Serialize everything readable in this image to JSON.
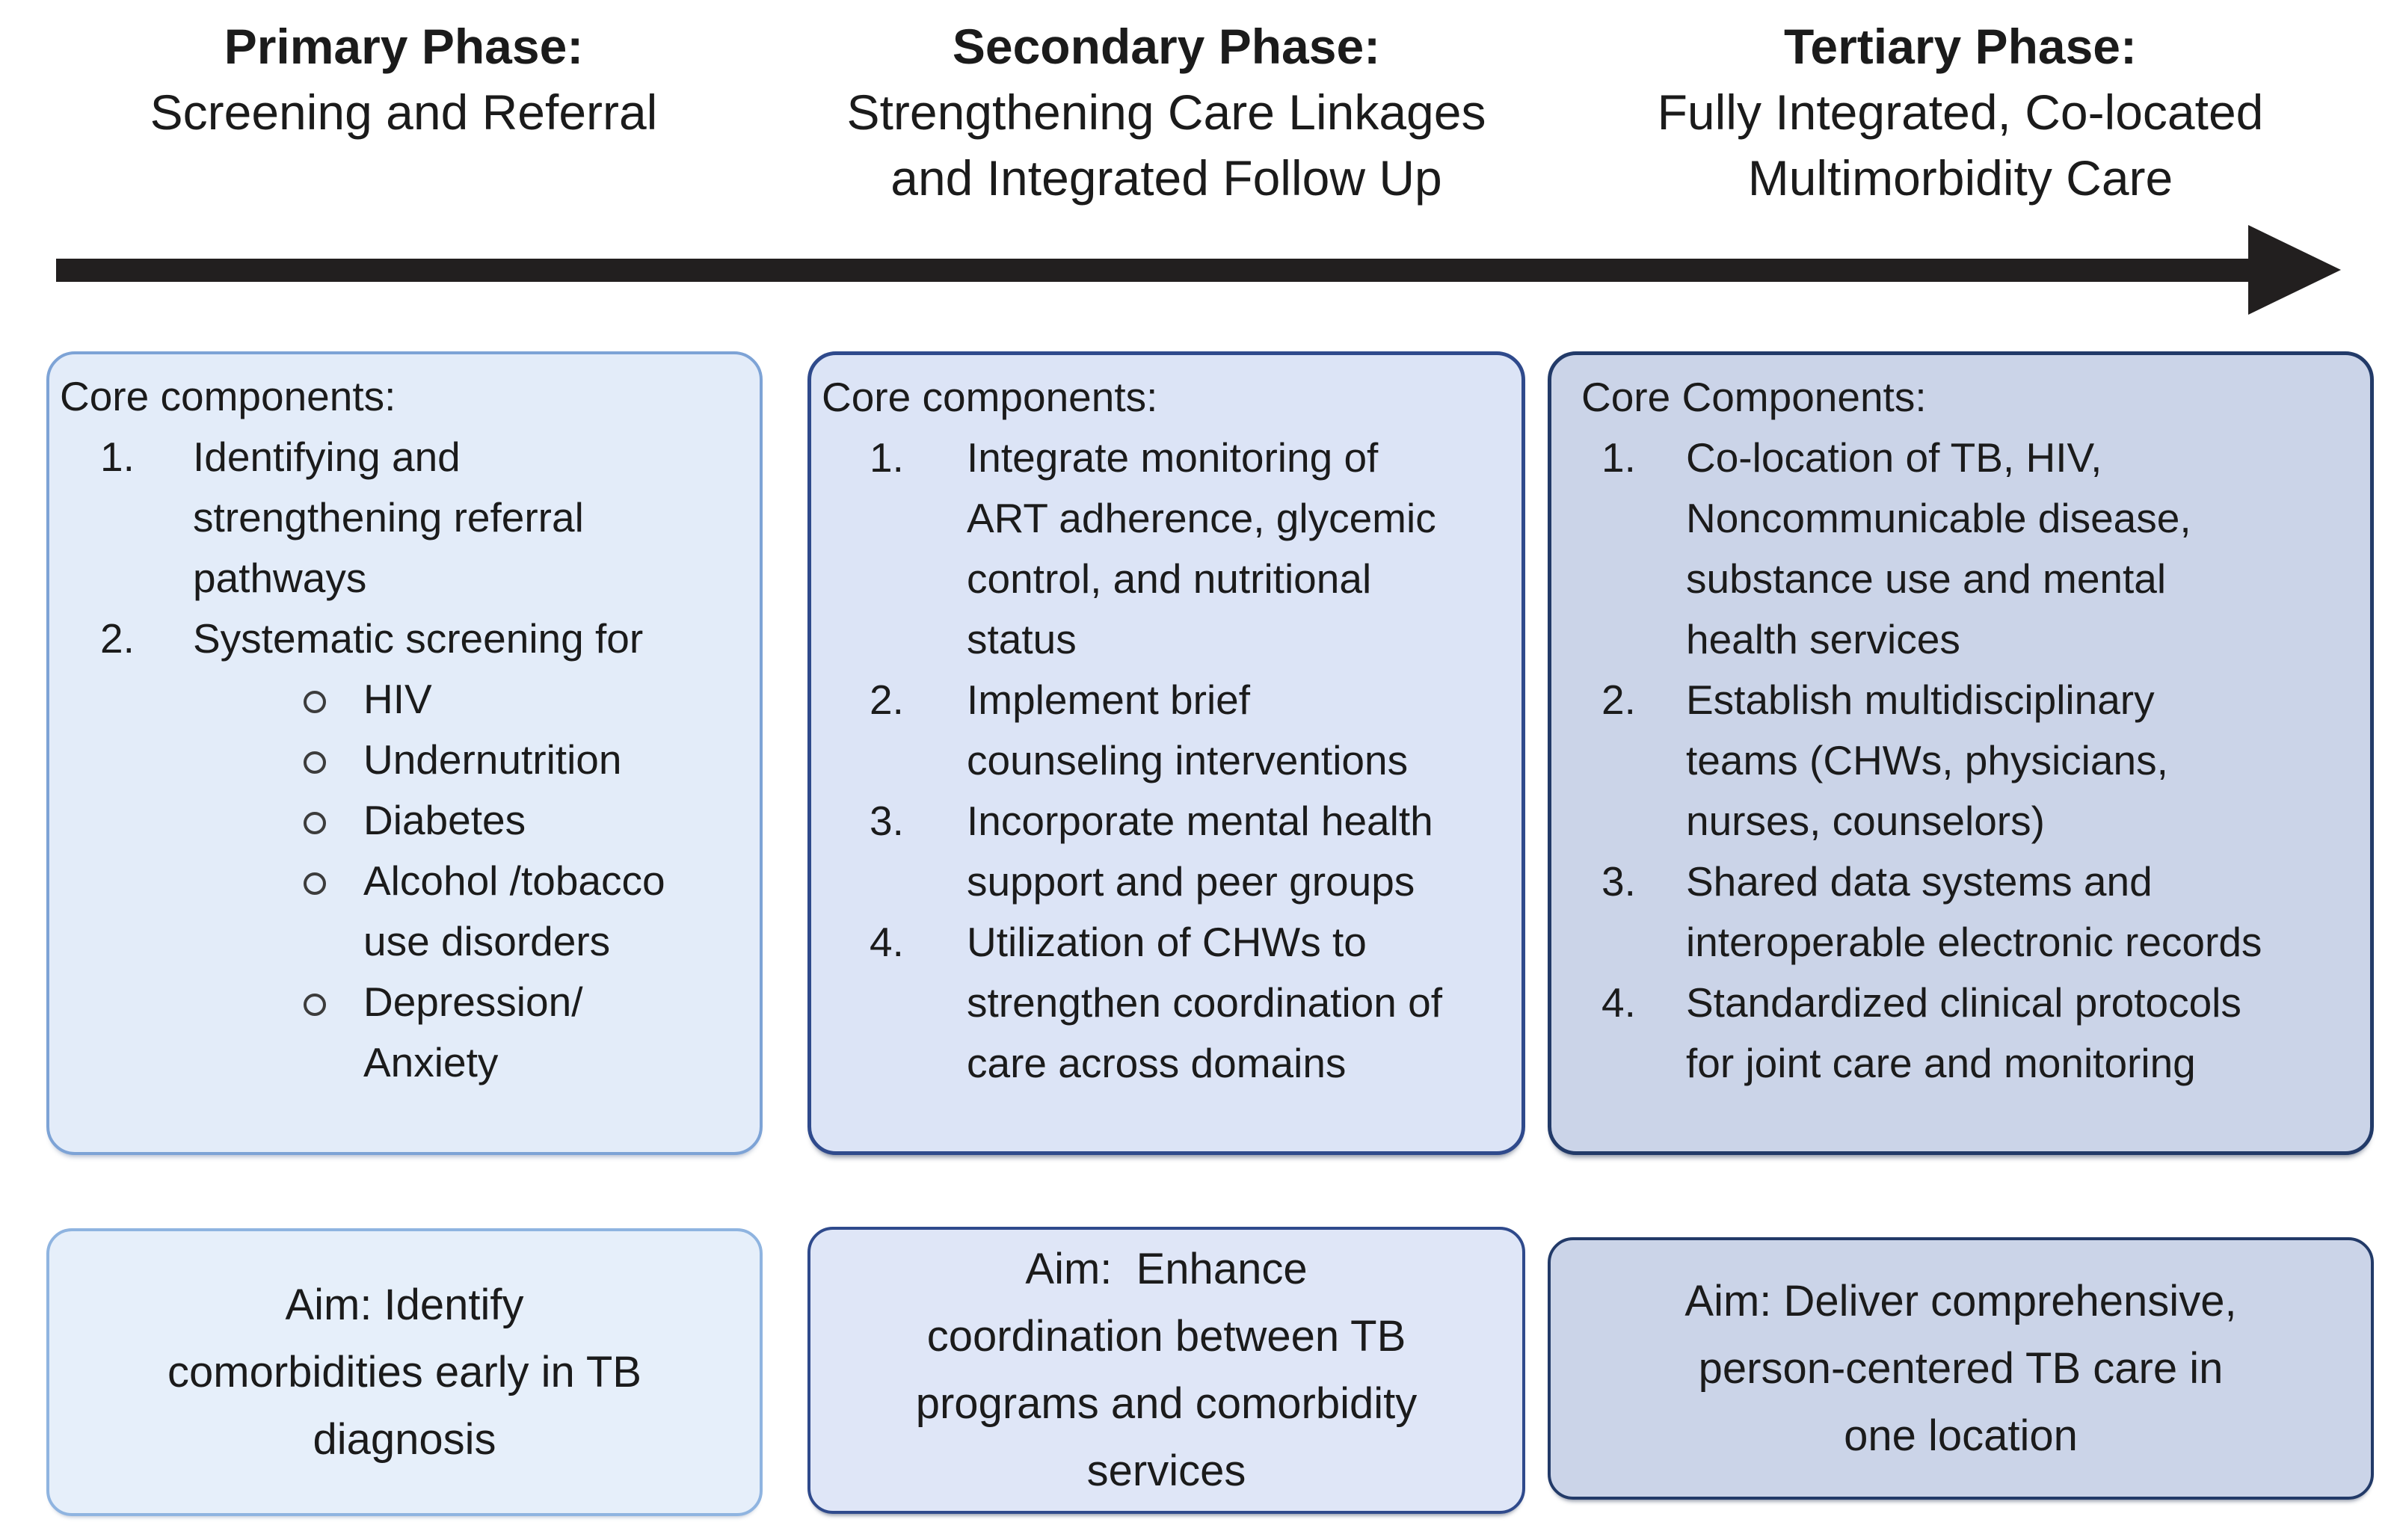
{
  "palette": {
    "arrow": "#221f1f",
    "text": "#1b1b1b",
    "primary_fill": "#e3ecf9",
    "primary_border": "#7da3d6",
    "secondary_fill": "#dce4f6",
    "secondary_border": "#2f4a8c",
    "tertiary_fill": "#cbd4e8",
    "tertiary_border": "#223a68"
  },
  "columns": [
    {
      "header": {
        "title": "Primary Phase:",
        "subtitle": "Screening and Referral"
      },
      "core": {
        "heading": "Core components:",
        "items": [
          {
            "num": "1.",
            "text": "Identifying and strengthening referral pathways"
          },
          {
            "num": "2.",
            "text": "Systematic screening for",
            "subitems": [
              "HIV",
              "Undernutrition",
              "Diabetes",
              "Alcohol /tobacco use disorders",
              "Depression/ Anxiety"
            ]
          }
        ]
      },
      "aim": "Aim: Identify comorbidities early in TB diagnosis"
    },
    {
      "header": {
        "title": "Secondary Phase:",
        "subtitle": "Strengthening Care Linkages and Integrated Follow Up"
      },
      "core": {
        "heading": "Core components:",
        "items": [
          {
            "num": "1.",
            "text": "Integrate monitoring of ART adherence, glycemic control, and nutritional status"
          },
          {
            "num": "2.",
            "text": "Implement brief counseling interventions"
          },
          {
            "num": "3.",
            "text": "Incorporate mental health support and peer groups"
          },
          {
            "num": "4.",
            "text": "Utilization of CHWs to strengthen coordination of care across domains"
          }
        ]
      },
      "aim": "Aim:  Enhance coordination between TB programs and comorbidity services"
    },
    {
      "header": {
        "title": "Tertiary Phase:",
        "subtitle": "Fully Integrated, Co-located Multimorbidity Care"
      },
      "core": {
        "heading": "Core Components:",
        "items": [
          {
            "num": "1.",
            "text": "Co-location of TB, HIV, Noncommunicable disease, substance use and mental health services"
          },
          {
            "num": "2.",
            "text": "Establish multidisciplinary teams (CHWs, physicians, nurses, counselors)"
          },
          {
            "num": "3.",
            "text": "Shared data systems and interoperable electronic records"
          },
          {
            "num": "4.",
            "text": "Standardized clinical protocols for joint care and monitoring"
          }
        ]
      },
      "aim": "Aim: Deliver comprehensive, person-centered TB care in one location"
    }
  ]
}
